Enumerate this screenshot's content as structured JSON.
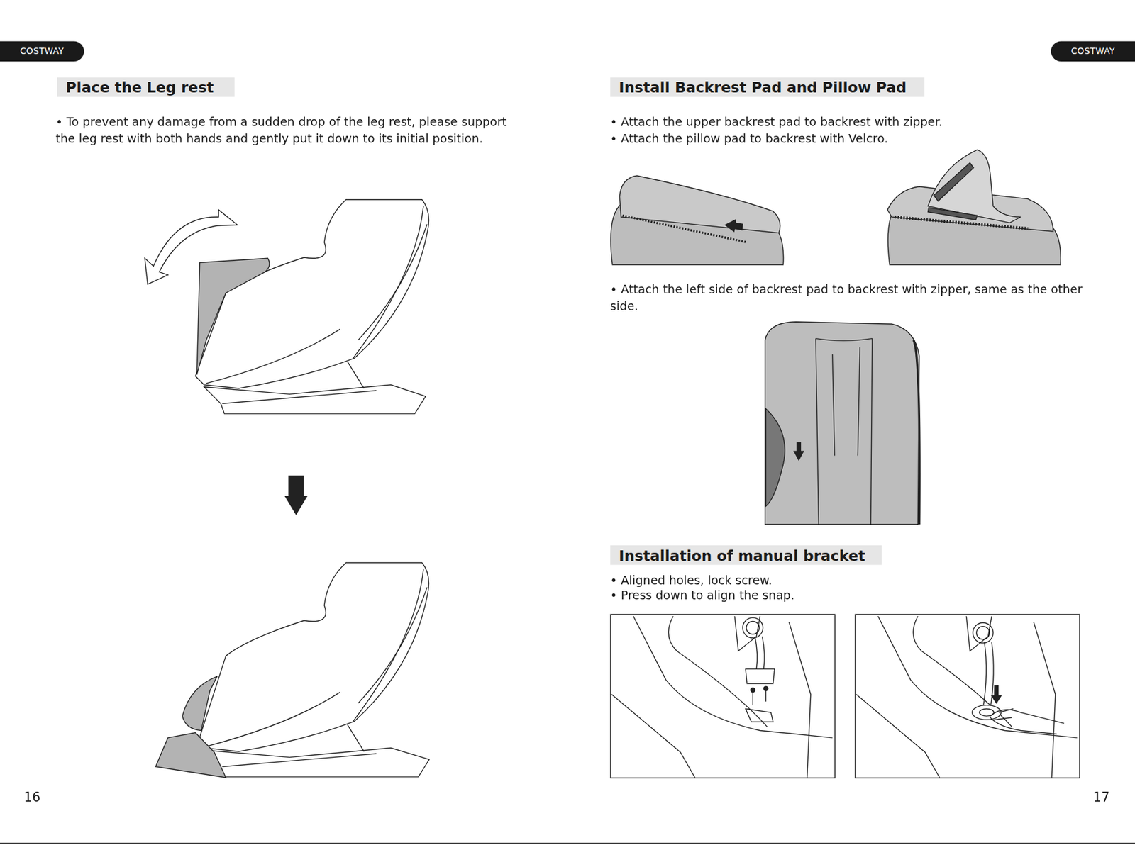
{
  "diagram": {
    "nodes": [
      {
        "text": [
          "COSTWAY"
        ]
      },
      {
        "text": [
          "COSTWAY"
        ]
      },
      {
        "text": [
          "Place the Leg rest"
        ]
      },
      {
        "text": [
          "Install Backrest Pad and Pillow Pad"
        ]
      },
      {
        "text": [
          "Installation of manual bracket"
        ]
      }
    ],
    "edges": [],
    "labels": [
      "• To prevent any damage from a sudden drop of the leg rest, please support the leg rest with both hands and gently put it down to its initial position.",
      "• Attach the upper backrest pad to backrest with zipper.",
      "• Attach the pillow pad to backrest with Velcro.",
      "• Attach the left side of backrest pad to backrest with zipper, same as the other side.",
      "• Aligned holes, lock screw.",
      "• Press down to align the snap.",
      "16",
      "17"
    ]
  }
}
